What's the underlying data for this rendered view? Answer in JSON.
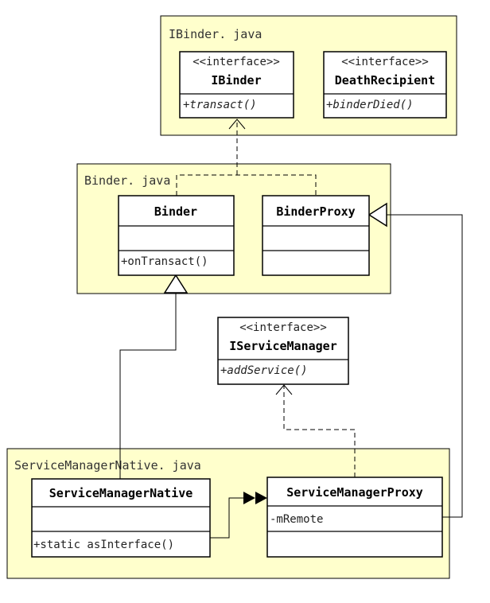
{
  "packages": [
    {
      "id": "ibinder",
      "label": "IBinder. java"
    },
    {
      "id": "binder",
      "label": "Binder. java"
    },
    {
      "id": "smnative",
      "label": "ServiceManagerNative. java"
    }
  ],
  "classes": {
    "ibinder": {
      "stereotype": "<<interface>>",
      "name": "IBinder",
      "operations": [
        "+transact()"
      ]
    },
    "deathrecipient": {
      "stereotype": "<<interface>>",
      "name": "DeathRecipient",
      "operations": [
        "+binderDied()"
      ]
    },
    "binder": {
      "name": "Binder",
      "attributes": [],
      "operations": [
        "+onTransact()"
      ]
    },
    "binderproxy": {
      "name": "BinderProxy",
      "attributes": [],
      "operations": []
    },
    "iservicemanager": {
      "stereotype": "<<interface>>",
      "name": "IServiceManager",
      "operations": [
        "+addService()"
      ]
    },
    "smnative": {
      "name": "ServiceManagerNative",
      "attributes": [],
      "operations": [
        "+static asInterface()"
      ]
    },
    "smproxy": {
      "name": "ServiceManagerProxy",
      "attributes": [
        "-mRemote"
      ],
      "operations": []
    }
  },
  "relationships": [
    {
      "from": "Binder",
      "to": "IBinder",
      "type": "realization"
    },
    {
      "from": "BinderProxy",
      "to": "IBinder",
      "type": "realization"
    },
    {
      "from": "ServiceManagerNative",
      "to": "Binder",
      "type": "generalization"
    },
    {
      "from": "ServiceManagerProxy",
      "to": "BinderProxy",
      "type": "association"
    },
    {
      "from": "ServiceManagerProxy",
      "to": "IServiceManager",
      "type": "realization"
    },
    {
      "from": "ServiceManagerNative",
      "to": "ServiceManagerProxy",
      "type": "dependency"
    }
  ]
}
